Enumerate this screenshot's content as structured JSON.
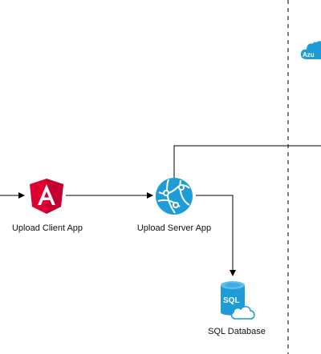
{
  "nodes": {
    "client": {
      "label": "Upload Client App",
      "icon": "angular-icon",
      "color": "#DD0031"
    },
    "server": {
      "label": "Upload Server App",
      "icon": "app-service-icon",
      "color": "#1E9CD7"
    },
    "database": {
      "label": "SQL Database",
      "icon": "sql-database-icon",
      "color": "#1E9CD7",
      "badge": "SQL"
    }
  },
  "cloud": {
    "label": "Azu",
    "icon": "azure-cloud-icon",
    "color": "#1E9CD7"
  },
  "colors": {
    "line": "#000000",
    "boundary": "#000000"
  }
}
